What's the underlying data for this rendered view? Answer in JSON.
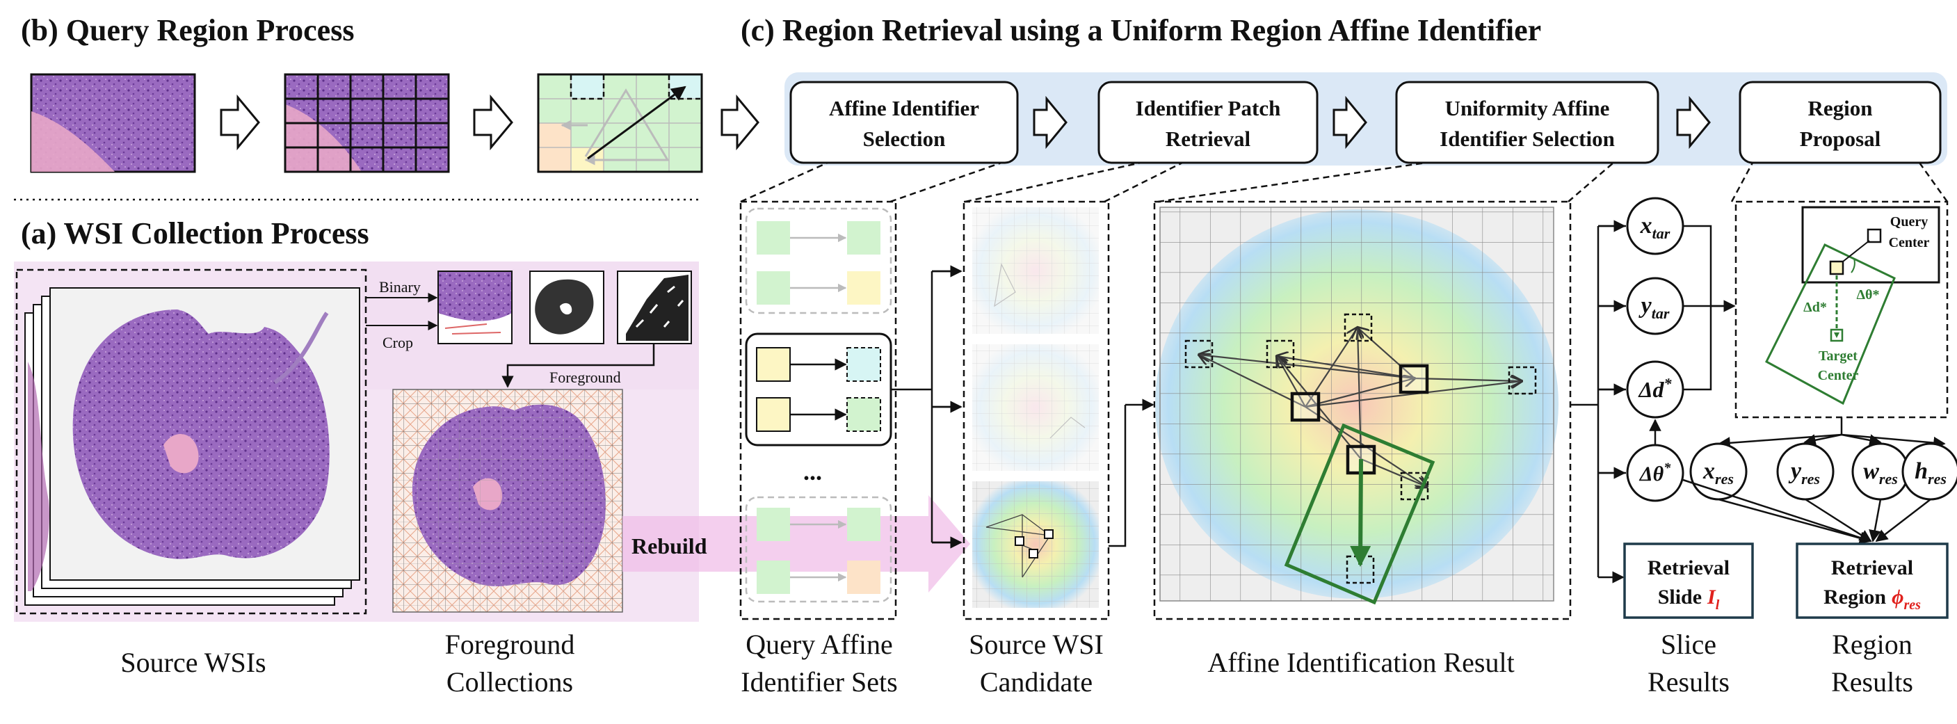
{
  "titles": {
    "query_region_process": "(b) Query Region Process",
    "wsi_collection_process": "(a) WSI Collection Process",
    "region_retrieval": "(c) Region Retrieval using a Uniform Region Affine Identifier"
  },
  "pipeline": {
    "step1": [
      "Affine Identifier",
      "Selection"
    ],
    "step2": [
      "Identifier Patch",
      "Retrieval"
    ],
    "step3": [
      "Uniformity Affine",
      "Identifier Selection"
    ],
    "step4": [
      "Region",
      "Proposal"
    ]
  },
  "wsi": {
    "binary_label": "Binary",
    "crop_label": "Crop",
    "foreground_label": "Foreground",
    "rebuild_label": "Rebuild"
  },
  "ellipsis": "...",
  "variables": {
    "x_tar": {
      "base": "x",
      "sub": "tar"
    },
    "y_tar": {
      "base": "y",
      "sub": "tar"
    },
    "delta_d": {
      "base": "Δd",
      "sup": "*"
    },
    "delta_theta": {
      "base": "Δθ",
      "sup": "*"
    },
    "x_res": {
      "base": "x",
      "sub": "res"
    },
    "y_res": {
      "base": "y",
      "sub": "res"
    },
    "w_res": {
      "base": "w",
      "sub": "res"
    },
    "h_res": {
      "base": "h",
      "sub": "res"
    }
  },
  "region_proposal": {
    "query_center": [
      "Query",
      "Center"
    ],
    "target_center": [
      "Target",
      "Center"
    ],
    "delta_d_label": "Δd*",
    "delta_theta_label": "Δθ*"
  },
  "outputs": {
    "retrieval_slide": {
      "line1": "Retrieval",
      "line2": "Slide",
      "symbol": "I",
      "sub": "l"
    },
    "retrieval_region": {
      "line1": "Retrieval",
      "line2": "Region",
      "symbol": "ϕ",
      "sub": "res"
    }
  },
  "captions": {
    "source_wsis": "Source WSIs",
    "foreground_collections": [
      "Foreground",
      "Collections"
    ],
    "query_affine": [
      "Query Affine",
      "Identifier Sets"
    ],
    "source_candidate": [
      "Source WSI",
      "Candidate"
    ],
    "affine_result": "Affine Identification Result",
    "slice_results": [
      "Slice",
      "Results"
    ],
    "region_results": [
      "Region",
      "Results"
    ]
  },
  "colors": {
    "tissue": "#9b6bc0",
    "tissue_dark": "#6d3d98",
    "tissue_pink": "#e8a7c8",
    "panel_pink": "#f4e4f4",
    "pipeline_blue": "#dbe8f6",
    "green": "#2e7d32",
    "red": "#e0201c"
  }
}
